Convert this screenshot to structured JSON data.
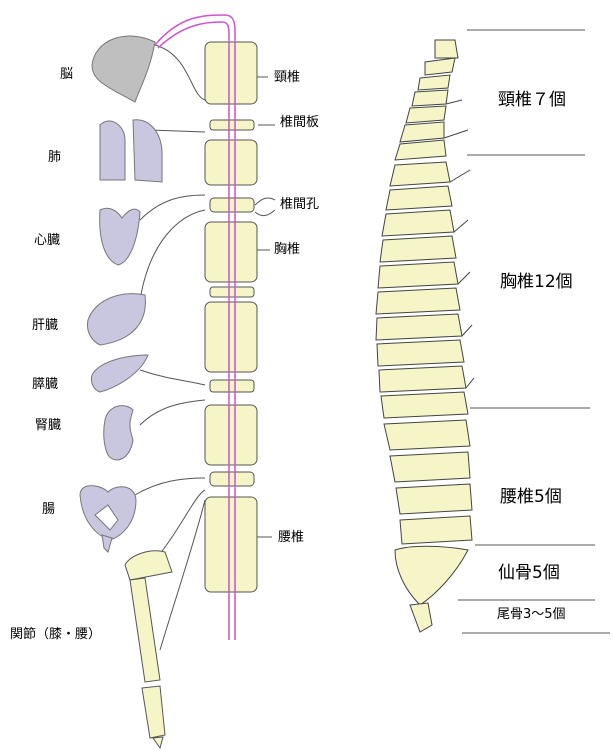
{
  "organs": {
    "brain": "脳",
    "lungs": "肺",
    "heart": "心臓",
    "liver": "肝臓",
    "pancreas": "膵臓",
    "kidney": "腎臓",
    "intestine": "腸",
    "joints": "関節（膝・腰）"
  },
  "spine_parts": {
    "cervical": "頸椎",
    "disc": "椎間板",
    "foramen": "椎間孔",
    "thoracic": "胸椎",
    "lumbar": "腰椎"
  },
  "regions": {
    "cervical": "頸椎７個",
    "thoracic": "胸椎12個",
    "lumbar": "腰椎5個",
    "sacrum": "仙骨5個",
    "coccyx": "尾骨3〜5個"
  },
  "colors": {
    "vertebra": "#f5f5c8",
    "organ": "#c9c6e0",
    "brain": "#bfbfbf",
    "cord": "#cc55cc"
  }
}
